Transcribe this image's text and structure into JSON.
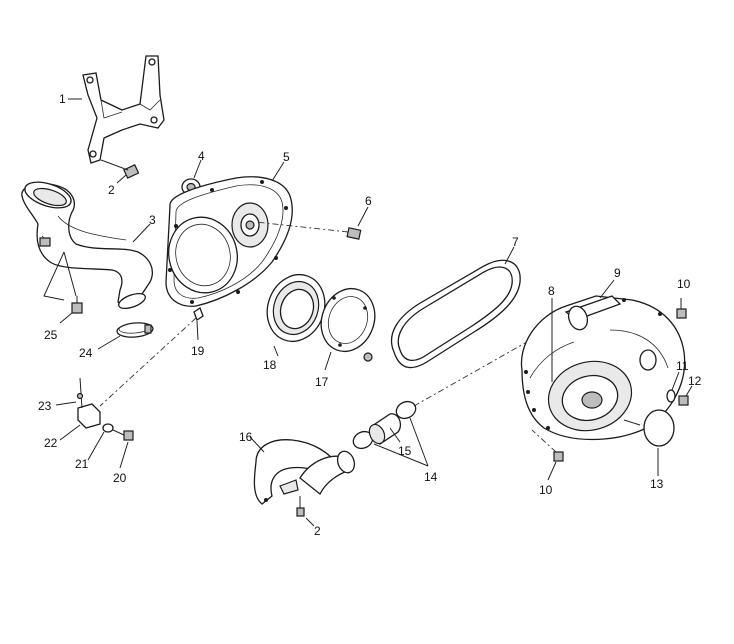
{
  "callouts": [
    {
      "id": "c1",
      "text": "1"
    },
    {
      "id": "c2a",
      "text": "2"
    },
    {
      "id": "c3",
      "text": "3"
    },
    {
      "id": "c4",
      "text": "4"
    },
    {
      "id": "c5",
      "text": "5"
    },
    {
      "id": "c6",
      "text": "6"
    },
    {
      "id": "c7",
      "text": "7"
    },
    {
      "id": "c8",
      "text": "8"
    },
    {
      "id": "c9",
      "text": "9"
    },
    {
      "id": "c10a",
      "text": "10"
    },
    {
      "id": "c10b",
      "text": "10"
    },
    {
      "id": "c11",
      "text": "11"
    },
    {
      "id": "c12",
      "text": "12"
    },
    {
      "id": "c13",
      "text": "13"
    },
    {
      "id": "c14",
      "text": "14"
    },
    {
      "id": "c15",
      "text": "15"
    },
    {
      "id": "c16",
      "text": "16"
    },
    {
      "id": "c17",
      "text": "17"
    },
    {
      "id": "c18",
      "text": "18"
    },
    {
      "id": "c19",
      "text": "19"
    },
    {
      "id": "c20",
      "text": "20"
    },
    {
      "id": "c21",
      "text": "21"
    },
    {
      "id": "c22",
      "text": "22"
    },
    {
      "id": "c23",
      "text": "23"
    },
    {
      "id": "c24",
      "text": "24"
    },
    {
      "id": "c25",
      "text": "25"
    },
    {
      "id": "c2b",
      "text": "2"
    }
  ]
}
